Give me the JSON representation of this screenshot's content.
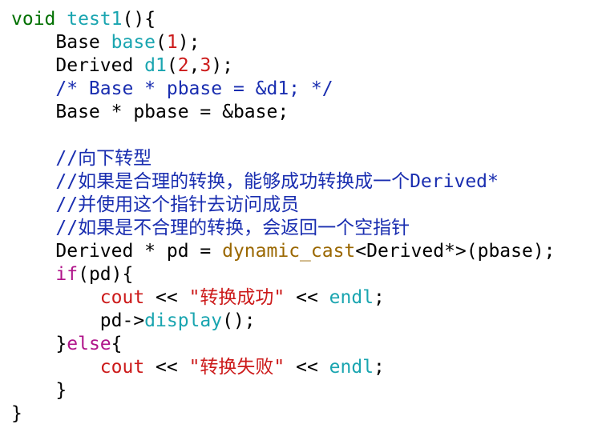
{
  "code": {
    "lines": [
      [
        {
          "text": "void",
          "color": "#007000"
        },
        {
          "text": " ",
          "color": "#000000"
        },
        {
          "text": "test1",
          "color": "#1aa5b0"
        },
        {
          "text": "(){",
          "color": "#000000"
        }
      ],
      [
        {
          "text": "    Base ",
          "color": "#000000"
        },
        {
          "text": "base",
          "color": "#1aa5b0"
        },
        {
          "text": "(",
          "color": "#000000"
        },
        {
          "text": "1",
          "color": "#cc1a1a"
        },
        {
          "text": ");",
          "color": "#000000"
        }
      ],
      [
        {
          "text": "    Derived ",
          "color": "#000000"
        },
        {
          "text": "d1",
          "color": "#1aa5b0"
        },
        {
          "text": "(",
          "color": "#000000"
        },
        {
          "text": "2",
          "color": "#cc1a1a"
        },
        {
          "text": ",",
          "color": "#000000"
        },
        {
          "text": "3",
          "color": "#cc1a1a"
        },
        {
          "text": ");",
          "color": "#000000"
        }
      ],
      [
        {
          "text": "    /* Base * pbase = &d1; */",
          "color": "#1a2eb0"
        }
      ],
      [
        {
          "text": "    Base * pbase = &base;",
          "color": "#000000"
        }
      ],
      [
        {
          "text": "",
          "color": "#000000"
        }
      ],
      [
        {
          "text": "    //向下转型",
          "color": "#1a2eb0"
        }
      ],
      [
        {
          "text": "    //如果是合理的转换，能够成功转换成一个Derived*",
          "color": "#1a2eb0"
        }
      ],
      [
        {
          "text": "    //并使用这个指针去访问成员",
          "color": "#1a2eb0"
        }
      ],
      [
        {
          "text": "    //如果是不合理的转换，会返回一个空指针",
          "color": "#1a2eb0"
        }
      ],
      [
        {
          "text": "    Derived * pd = ",
          "color": "#000000"
        },
        {
          "text": "dynamic_cast",
          "color": "#9a6700"
        },
        {
          "text": "<Derived*>(pbase);",
          "color": "#000000"
        }
      ],
      [
        {
          "text": "    ",
          "color": "#000000"
        },
        {
          "text": "if",
          "color": "#b0148a"
        },
        {
          "text": "(pd){",
          "color": "#000000"
        }
      ],
      [
        {
          "text": "        ",
          "color": "#000000"
        },
        {
          "text": "cout",
          "color": "#cc1a1a"
        },
        {
          "text": " << ",
          "color": "#000000"
        },
        {
          "text": "\"转换成功\"",
          "color": "#cc1a1a"
        },
        {
          "text": " << ",
          "color": "#000000"
        },
        {
          "text": "endl",
          "color": "#1aa5b0"
        },
        {
          "text": ";",
          "color": "#000000"
        }
      ],
      [
        {
          "text": "        pd->",
          "color": "#000000"
        },
        {
          "text": "display",
          "color": "#1aa5b0"
        },
        {
          "text": "();",
          "color": "#000000"
        }
      ],
      [
        {
          "text": "    }",
          "color": "#000000"
        },
        {
          "text": "else",
          "color": "#b0148a"
        },
        {
          "text": "{",
          "color": "#000000"
        }
      ],
      [
        {
          "text": "        ",
          "color": "#000000"
        },
        {
          "text": "cout",
          "color": "#cc1a1a"
        },
        {
          "text": " << ",
          "color": "#000000"
        },
        {
          "text": "\"转换失败\"",
          "color": "#cc1a1a"
        },
        {
          "text": " << ",
          "color": "#000000"
        },
        {
          "text": "endl",
          "color": "#1aa5b0"
        },
        {
          "text": ";",
          "color": "#000000"
        }
      ],
      [
        {
          "text": "    }",
          "color": "#000000"
        }
      ],
      [
        {
          "text": "}",
          "color": "#000000"
        }
      ]
    ]
  }
}
